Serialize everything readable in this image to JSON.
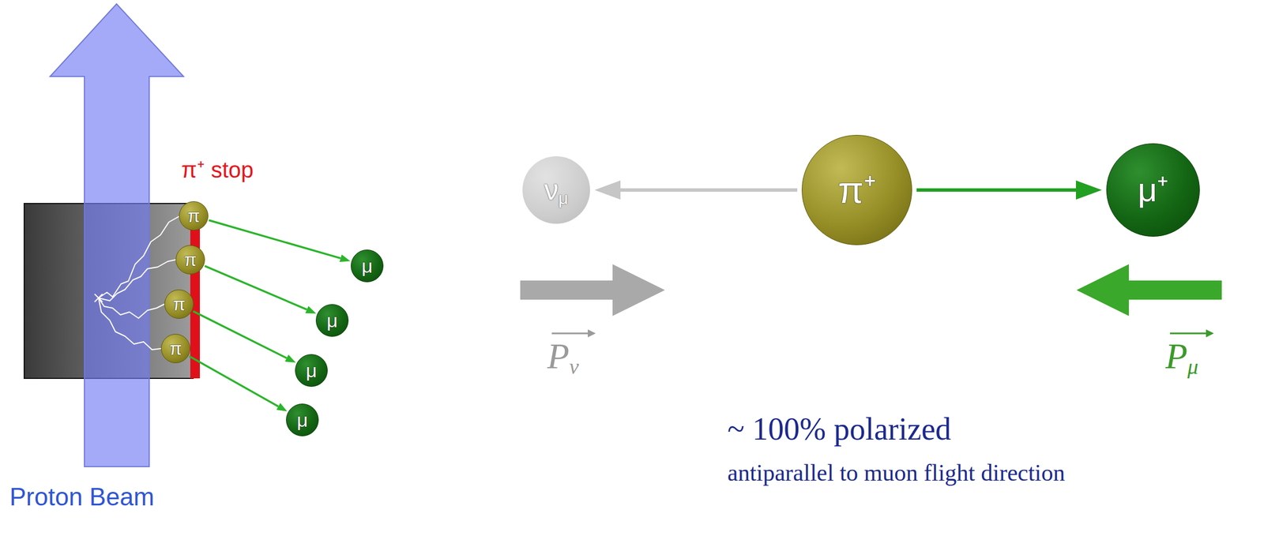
{
  "diagram": {
    "nodes": [
      {
        "text": [
          "π"
        ]
      },
      {
        "text": [
          "π"
        ]
      },
      {
        "text": [
          "π"
        ]
      },
      {
        "text": [
          "π"
        ]
      },
      {
        "text": [
          "μ"
        ]
      },
      {
        "text": [
          "μ"
        ]
      },
      {
        "text": [
          "μ"
        ]
      },
      {
        "text": [
          "μ"
        ]
      },
      {
        "text": [
          "νμ"
        ]
      },
      {
        "text": [
          "π⁺"
        ]
      },
      {
        "text": [
          "μ⁺"
        ]
      }
    ],
    "edges": [
      {
        "from": 0,
        "to": 4,
        "arrow": "to"
      },
      {
        "from": 1,
        "to": 5,
        "arrow": "to"
      },
      {
        "from": 2,
        "to": 6,
        "arrow": "to"
      },
      {
        "from": 3,
        "to": 7,
        "arrow": "to"
      },
      {
        "from": 9,
        "to": 8,
        "arrow": "to"
      },
      {
        "from": 9,
        "to": 10,
        "arrow": "to"
      }
    ],
    "labels": [
      "π⁺ stop",
      "Proton Beam",
      "Pν",
      "Pμ",
      "~ 100% polarized",
      "antiparallel to muon flight direction"
    ]
  }
}
